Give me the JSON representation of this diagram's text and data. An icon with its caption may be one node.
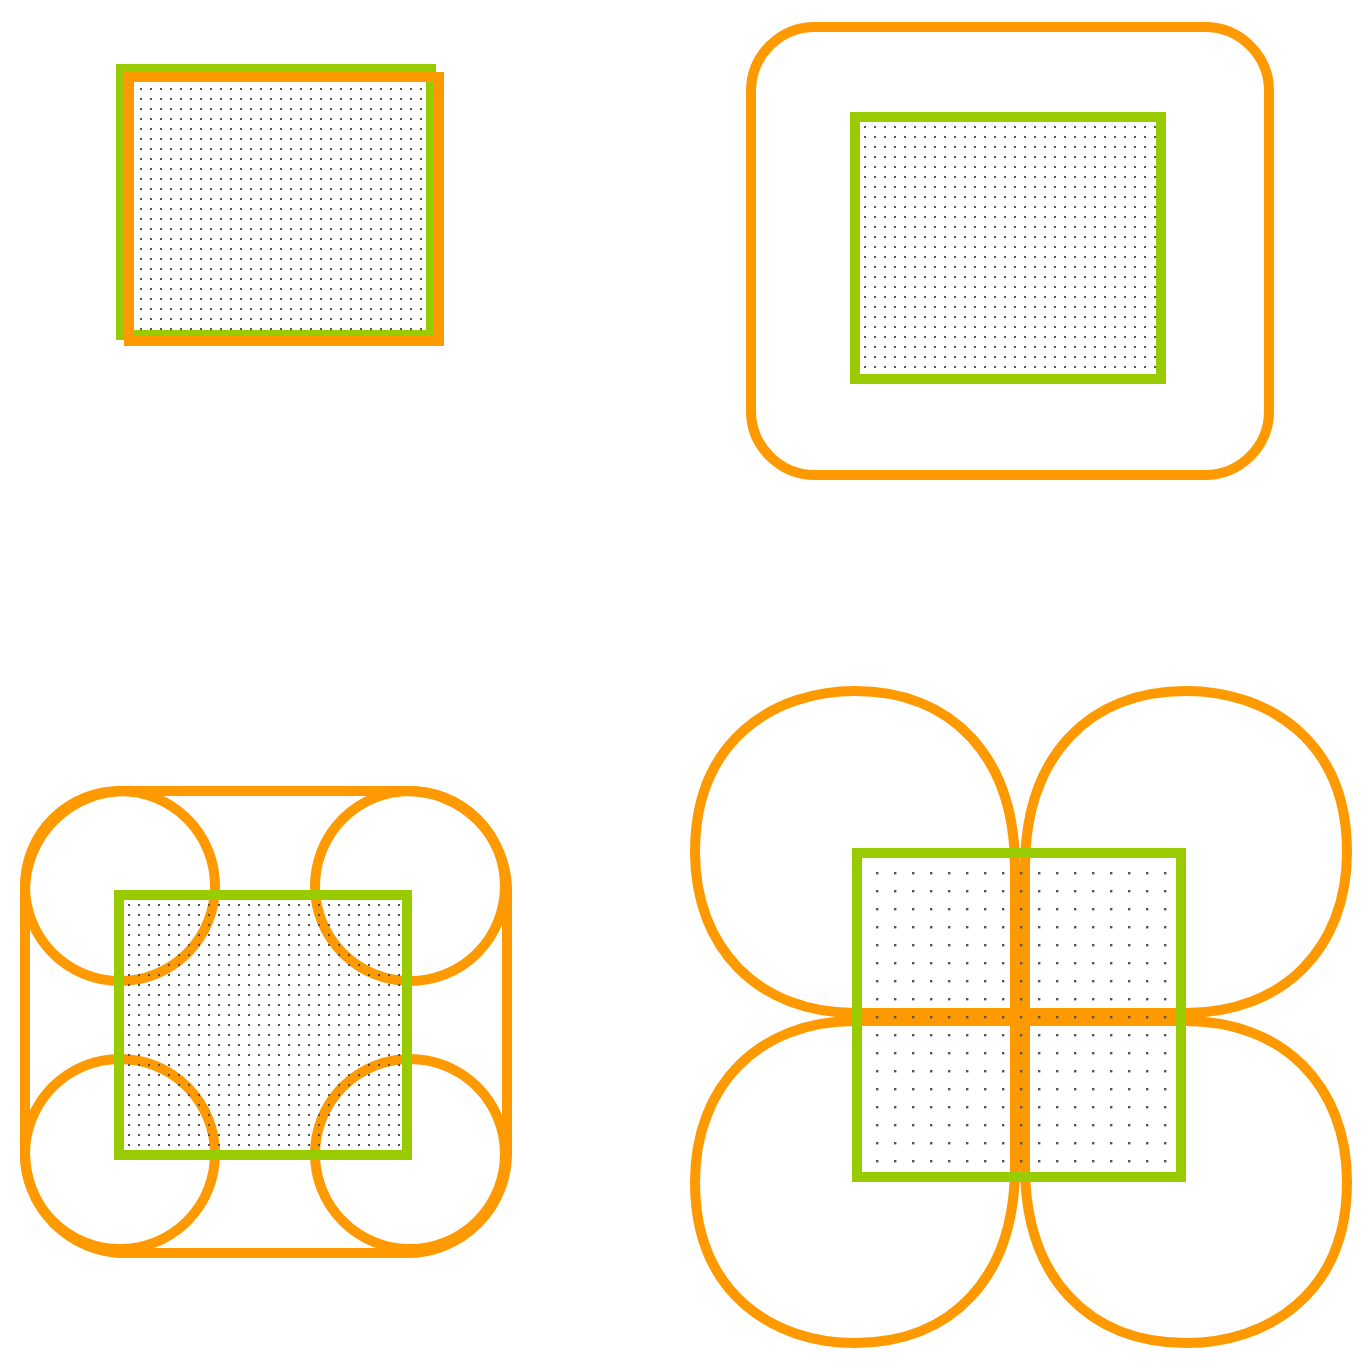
{
  "diagram": {
    "nodes": [
      {
        "text": [],
        "shape": "box"
      },
      {
        "text": [],
        "shape": "box"
      },
      {
        "text": [],
        "shape": "box"
      },
      {
        "text": [],
        "shape": "box",
        "in": 2
      },
      {
        "text": [],
        "shape": "box"
      },
      {
        "text": [],
        "shape": "circle",
        "in": 4
      },
      {
        "text": [],
        "shape": "circle",
        "in": 4
      },
      {
        "text": [],
        "shape": "circle",
        "in": 4
      },
      {
        "text": [],
        "shape": "circle",
        "in": 4
      },
      {
        "text": [],
        "shape": "box",
        "in": 4
      },
      {
        "text": [],
        "shape": "petal"
      },
      {
        "text": [],
        "shape": "petal"
      },
      {
        "text": [],
        "shape": "petal"
      },
      {
        "text": [],
        "shape": "petal"
      },
      {
        "text": [],
        "shape": "box"
      }
    ]
  }
}
